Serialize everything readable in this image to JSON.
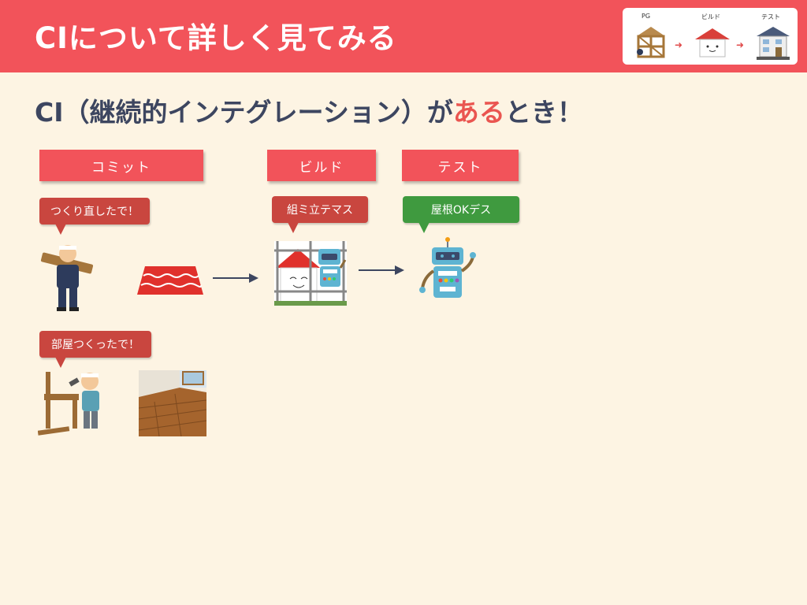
{
  "header": {
    "title": "CIについて詳しく見てみる",
    "thumb_labels": [
      "PG",
      "ビルド",
      "テスト"
    ]
  },
  "subtitle": {
    "prefix": "CI（継続的インテグレーション）が",
    "highlight": "ある",
    "suffix": "とき！"
  },
  "stages": {
    "commit": "コミット",
    "build": "ビルド",
    "test": "テスト"
  },
  "bubbles": {
    "fixed": "つくり直したで！",
    "room": "部屋つくったで！",
    "assemble": "組ミ立テマス",
    "roof_ok": "屋根OKデス"
  },
  "colors": {
    "header": "#f2535a",
    "background": "#fdf4e3",
    "title_text": "#3d4660",
    "accent": "#ea5550",
    "bubble_dark": "#c9463f",
    "bubble_green": "#3f9a3f"
  },
  "icons": [
    "carpenter-carrying-wood-icon",
    "red-roof-icon",
    "arrow-right-icon",
    "robot-building-house-icon",
    "robot-icon",
    "carpenter-building-chair-icon",
    "wooden-floor-room-icon"
  ]
}
